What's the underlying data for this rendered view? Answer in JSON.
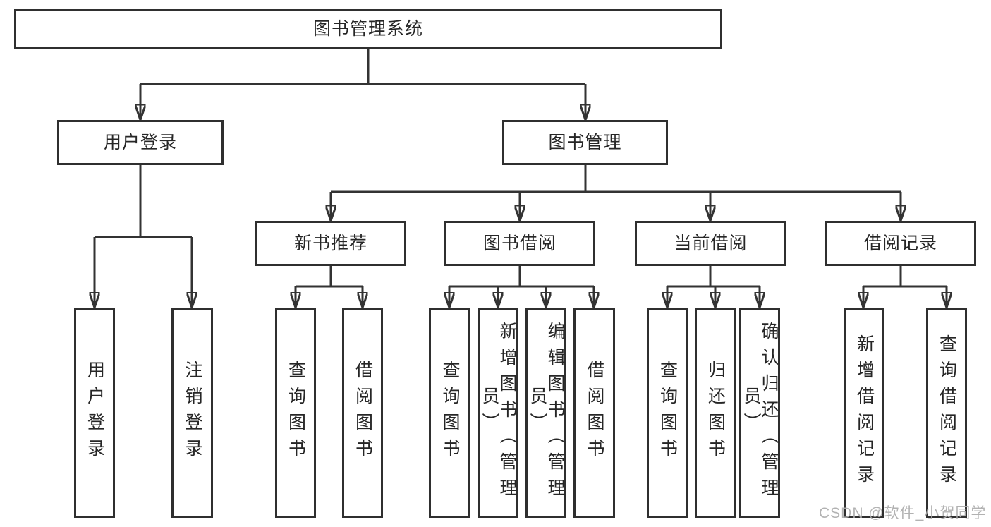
{
  "diagram": {
    "type": "tree",
    "root": {
      "label": "图书管理系统"
    },
    "level2": [
      {
        "id": "user-login",
        "label": "用户登录",
        "parent": "图书管理系统"
      },
      {
        "id": "book-management",
        "label": "图书管理",
        "parent": "图书管理系统"
      }
    ],
    "level3": [
      {
        "id": "new-book-recommend",
        "label": "新书推荐",
        "parent": "图书管理"
      },
      {
        "id": "book-borrowing",
        "label": "图书借阅",
        "parent": "图书管理"
      },
      {
        "id": "current-borrowing",
        "label": "当前借阅",
        "parent": "图书管理"
      },
      {
        "id": "borrowing-records",
        "label": "借阅记录",
        "parent": "图书管理"
      }
    ],
    "leaves": [
      {
        "id": "user-login-leaf",
        "label": "用户登录",
        "parent": "用户登录"
      },
      {
        "id": "logout",
        "label": "注销登录",
        "parent": "用户登录"
      },
      {
        "id": "query-books-recommend",
        "label": "查询图书",
        "parent": "新书推荐"
      },
      {
        "id": "borrow-books-recommend",
        "label": "借阅图书",
        "parent": "新书推荐"
      },
      {
        "id": "query-books-borrowing",
        "label": "查询图书",
        "parent": "图书借阅"
      },
      {
        "id": "add-books-admin",
        "label": "新增图书（管理员）",
        "parent": "图书借阅"
      },
      {
        "id": "edit-books-admin",
        "label": "编辑图书（管理员）",
        "parent": "图书借阅"
      },
      {
        "id": "borrow-books-borrowing",
        "label": "借阅图书",
        "parent": "图书借阅"
      },
      {
        "id": "query-books-current",
        "label": "查询图书",
        "parent": "当前借阅"
      },
      {
        "id": "return-books",
        "label": "归还图书",
        "parent": "当前借阅"
      },
      {
        "id": "confirm-return-admin",
        "label": "确认归还（管理员）",
        "parent": "当前借阅"
      },
      {
        "id": "add-borrow-record",
        "label": "新增借阅记录",
        "parent": "借阅记录"
      },
      {
        "id": "query-borrow-record",
        "label": "查询借阅记录",
        "parent": "借阅记录"
      }
    ]
  },
  "watermark": {
    "text": "CSDN @软件_小贺同学",
    "color": "#ababab"
  },
  "colors": {
    "line": "#333333",
    "box_border": "#2f2f2f",
    "box_fill": "#ffffff",
    "text": "#262626",
    "background": "#ffffff"
  }
}
